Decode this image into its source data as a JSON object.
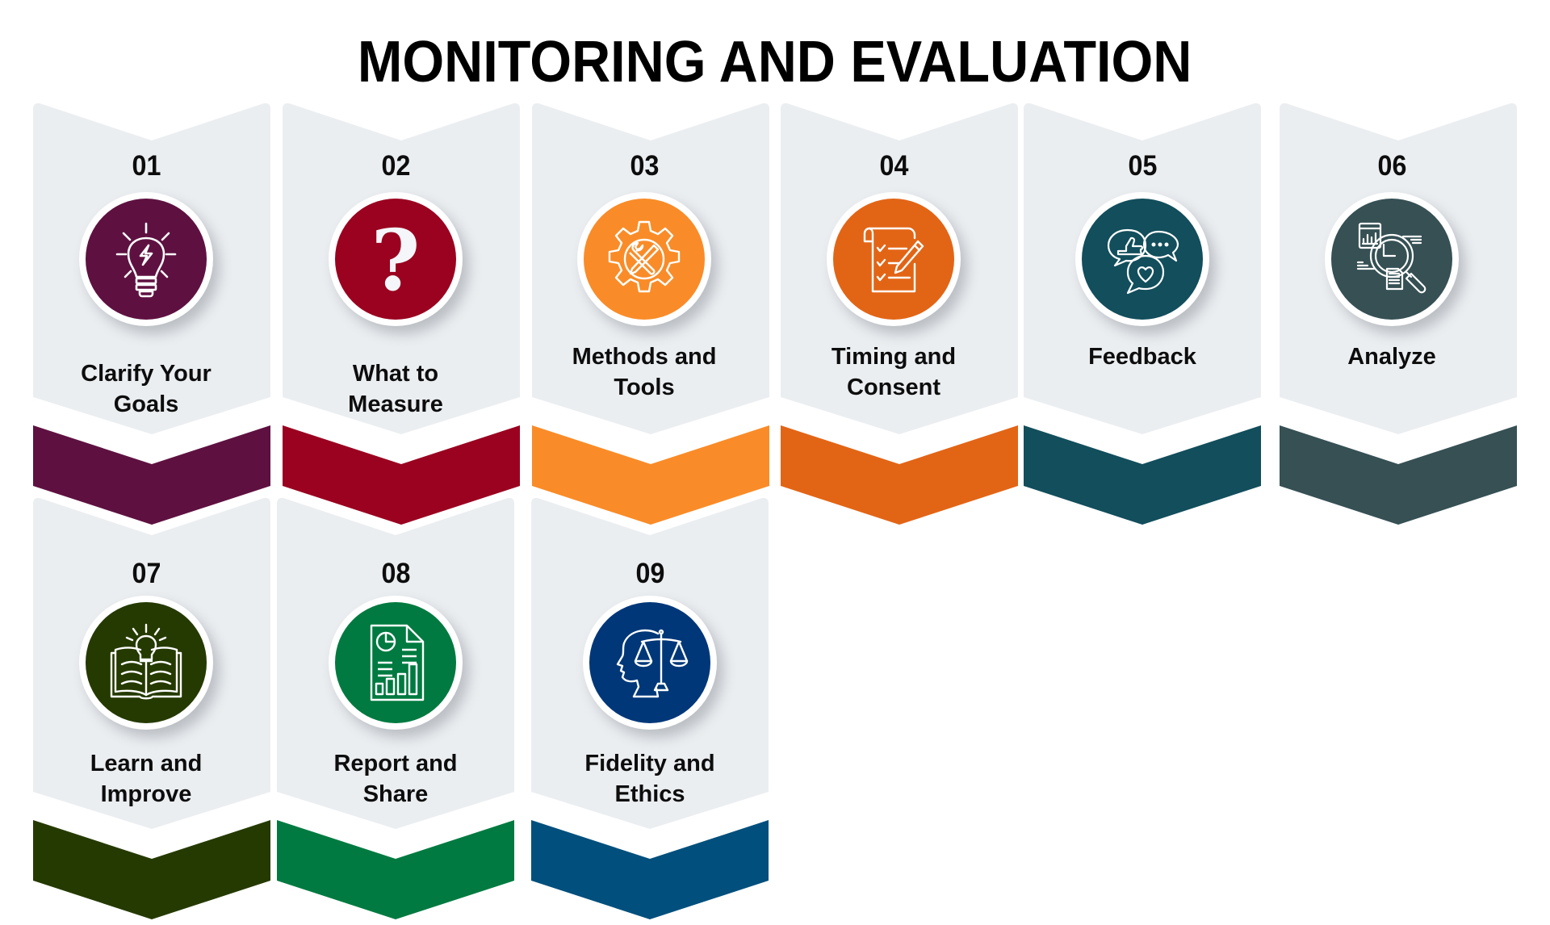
{
  "title": "MONITORING AND EVALUATION",
  "colors": {
    "card_background": "#EBEEF1",
    "text": "#0D0D0D"
  },
  "steps": [
    {
      "number": "01",
      "label_line1": "Clarify Your",
      "label_line2": "Goals",
      "icon": "lightbulb-icon",
      "color": "#5E1140",
      "circle_color": "#5E1140"
    },
    {
      "number": "02",
      "label_line1": "What to",
      "label_line2": "Measure",
      "icon": "question-mark-icon",
      "icon_text": "?",
      "color": "#9A0220",
      "circle_color": "#9A0220"
    },
    {
      "number": "03",
      "label_line1": "Methods and",
      "label_line2": "Tools",
      "icon": "gear-tools-icon",
      "color": "#F98C28",
      "circle_color": "#F98C28"
    },
    {
      "number": "04",
      "label_line1": "Timing and",
      "label_line2": "Consent",
      "icon": "checklist-pencil-icon",
      "color": "#E26516",
      "circle_color": "#E26516"
    },
    {
      "number": "05",
      "label_line1": "Feedback",
      "label_line2": "",
      "icon": "chat-bubbles-icon",
      "color": "#124E5C",
      "circle_color": "#124E5C"
    },
    {
      "number": "06",
      "label_line1": "Analyze",
      "label_line2": "",
      "icon": "magnifier-analysis-icon",
      "color": "#365054",
      "circle_color": "#365054"
    },
    {
      "number": "07",
      "label_line1": "Learn and",
      "label_line2": "Improve",
      "icon": "book-lightbulb-icon",
      "color": "#253A00",
      "circle_color": "#253A00"
    },
    {
      "number": "08",
      "label_line1": "Report and",
      "label_line2": "Share",
      "icon": "report-chart-icon",
      "color": "#007A40",
      "circle_color": "#007A40"
    },
    {
      "number": "09",
      "label_line1": "Fidelity and",
      "label_line2": "Ethics",
      "icon": "head-scales-icon",
      "color": "#004F7C",
      "circle_color": "#003778"
    }
  ]
}
